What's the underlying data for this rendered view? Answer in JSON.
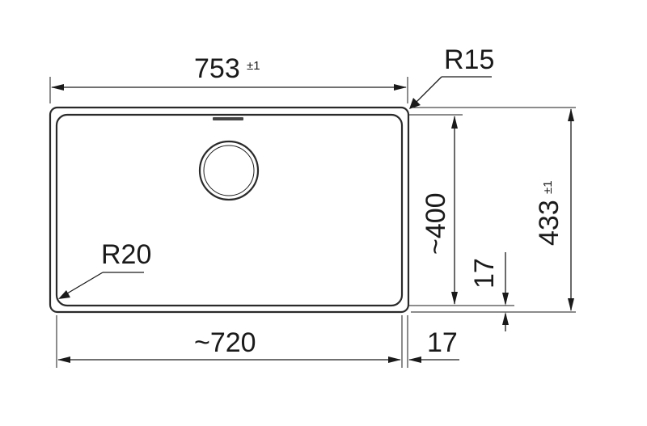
{
  "drawing": {
    "top_width": {
      "value": "753",
      "tolerance": "±1"
    },
    "outer_corner_radius": "R15",
    "inner_corner_radius": "R20",
    "bowl_depth": "~400",
    "total_height": {
      "value": "433",
      "tolerance": "±1"
    },
    "flange_right": "17",
    "flange_bottom": "17",
    "bowl_width": "~720"
  }
}
